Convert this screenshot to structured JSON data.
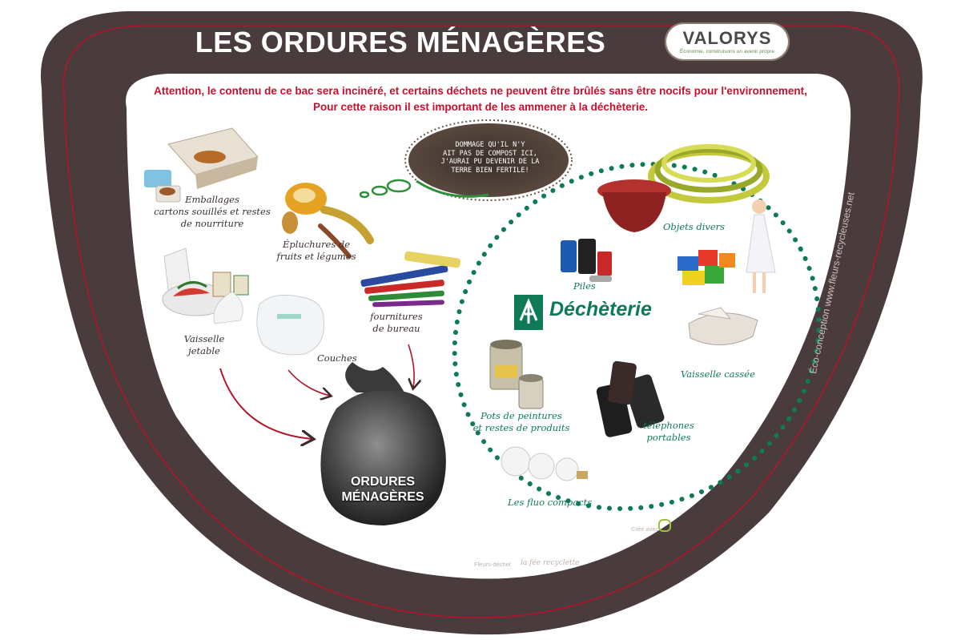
{
  "poster": {
    "title": "LES ORDURES MÉNAGÈRES",
    "warning_line1": "Attention, le contenu de ce bac sera incinéré, et certains déchets ne peuvent être brûlés sans être nocifs pour l'environnement,",
    "warning_line2": "Pour cette raison il est important de les ammener à la déchèterie.",
    "logo": {
      "name": "VALORYS",
      "tagline": "Économie, construisons un avenir propre"
    },
    "compost_bubble": {
      "lines": [
        "DOMMAGE QU'IL N'Y",
        "AIT PAS DE COMPOST ICI,",
        "J'AURAI PU DEVENIR DE LA",
        "TERRE BIEN FERTILE!"
      ]
    },
    "household_items": [
      {
        "label_lines": [
          "Emballages",
          "cartons souillés et restes",
          "de nourriture"
        ]
      },
      {
        "label_lines": [
          "Épluchures de",
          "fruits et légumes"
        ]
      },
      {
        "label_lines": [
          "Vaisselle",
          "jetable"
        ]
      },
      {
        "label_lines": [
          "Couches"
        ]
      },
      {
        "label_lines": [
          "fournitures",
          "de bureau"
        ]
      }
    ],
    "bag_label_lines": [
      "ORDURES",
      "MÉNAGÈRES"
    ],
    "dechetterie": {
      "label": "Déchèterie",
      "items": [
        {
          "label_lines": [
            "Objets divers"
          ]
        },
        {
          "label_lines": [
            "Piles"
          ]
        },
        {
          "label_lines": [
            "Vaisselle cassée"
          ]
        },
        {
          "label_lines": [
            "Pots de peintures",
            "et restes de produits"
          ]
        },
        {
          "label_lines": [
            "téléphones",
            "portables"
          ]
        },
        {
          "label_lines": [
            "Les fluo compacts"
          ]
        }
      ]
    },
    "credit_vertical": "Éco-conception www.fleurs-recycleuses.net",
    "credit_bottom": "Fleurs-déchet",
    "credit_bottom_signature": "la fée recyclette",
    "credit_small": "Créé avec"
  },
  "colors": {
    "frame": "#4a3c3c",
    "frame_line": "#b5132b",
    "warning_red": "#c8102e",
    "dechetterie_green": "#0e7a57",
    "white": "#ffffff"
  }
}
